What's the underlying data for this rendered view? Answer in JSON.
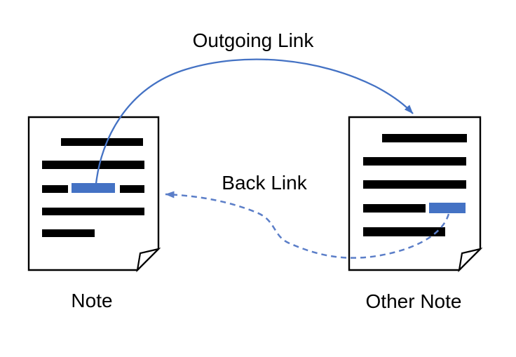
{
  "diagram": {
    "labels": {
      "outgoing_link": "Outgoing Link",
      "back_link": "Back Link",
      "left_note": "Note",
      "right_note": "Other Note"
    },
    "colors": {
      "highlight_blue": "#4472C4",
      "solid_arrow_blue": "#4472C4",
      "dashed_arrow_blue": "#5B7EC8",
      "text_bar_black": "#000000",
      "document_outline_black": "#000000",
      "document_fill_white": "#FFFFFF",
      "background_white": "#FFFFFF",
      "label_text_black": "#000000"
    }
  }
}
